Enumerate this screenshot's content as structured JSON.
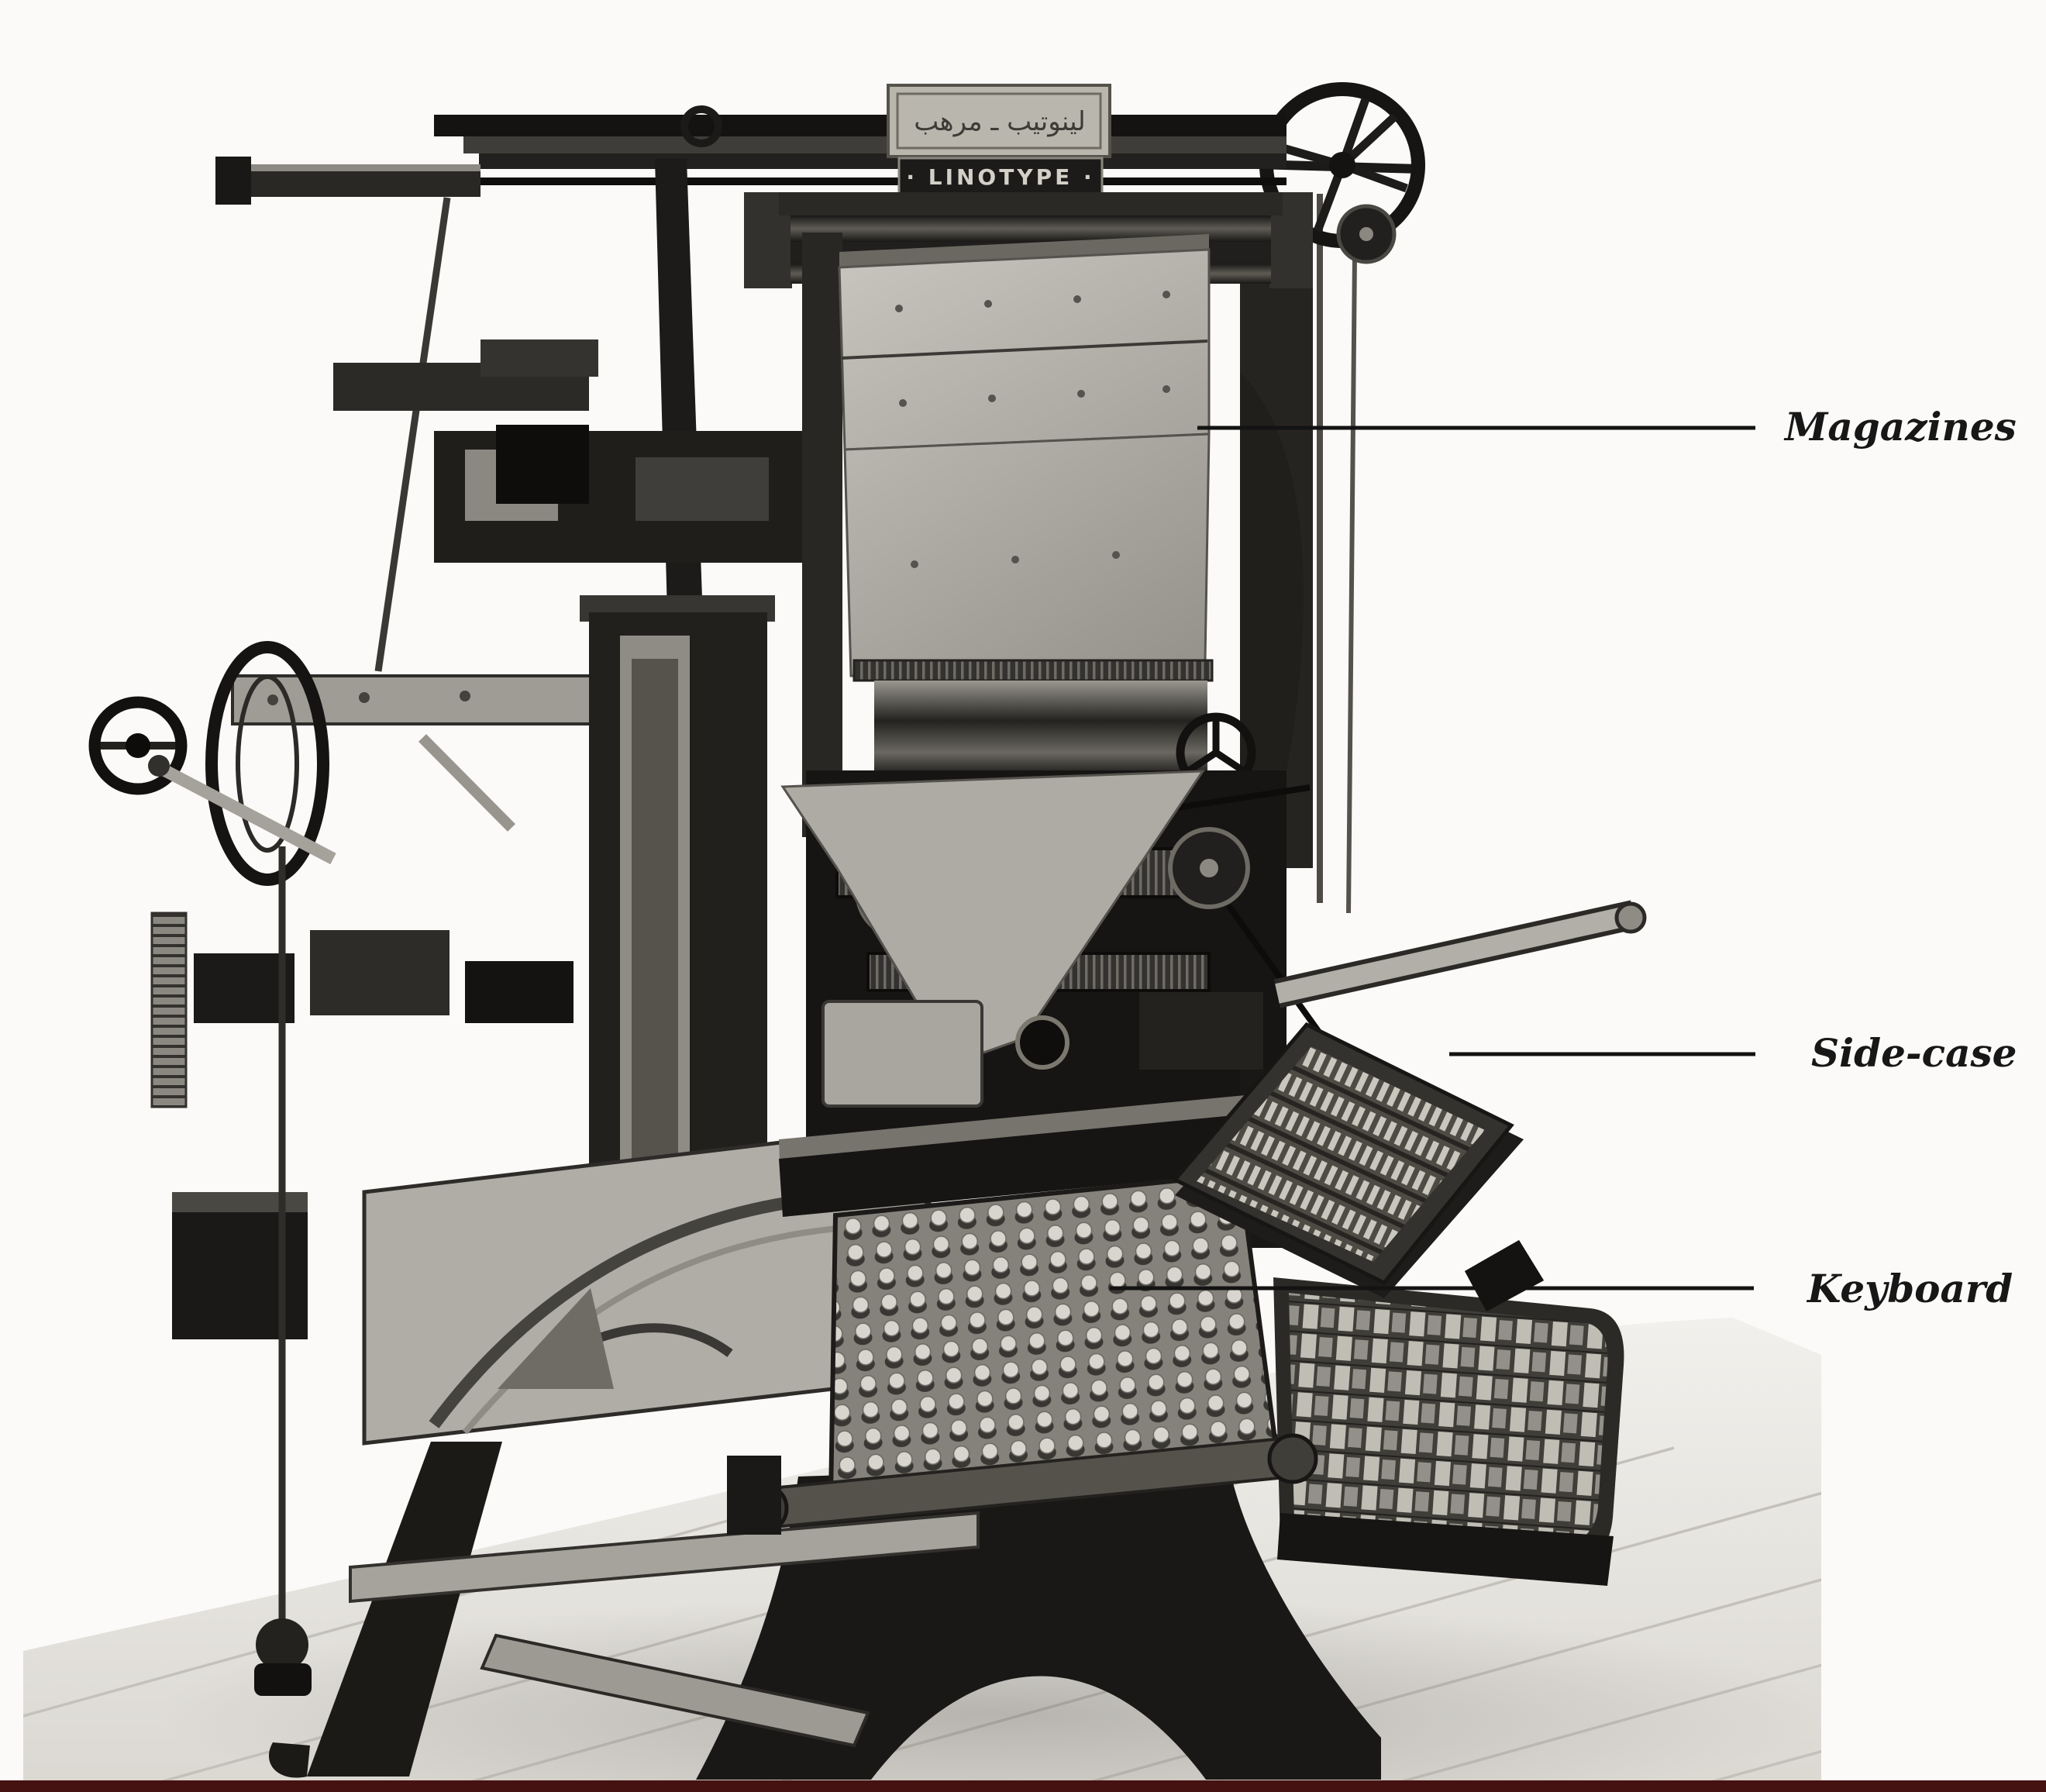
{
  "figure": {
    "type": "labeled-photograph",
    "subject": "Linotype hot-metal typesetting machine (Arabic model), three-quarter view on plank floor",
    "nameplate": {
      "arabic": "لينوتيب ـ مرهب",
      "latin": "· LINOTYPE ·"
    },
    "labels": [
      {
        "id": "magazines",
        "text": "Magazines"
      },
      {
        "id": "side_case",
        "text": "Side-case"
      },
      {
        "id": "keyboard",
        "text": "Keyboard"
      }
    ],
    "colors": {
      "background": "#fbfaf8",
      "label_ink": "#171717",
      "leader_line": "#131313",
      "bottom_rule": "#451211",
      "machine_dark": "#1a1918",
      "machine_light": "#b7b4ad",
      "floor": "#e9e7e1"
    }
  }
}
